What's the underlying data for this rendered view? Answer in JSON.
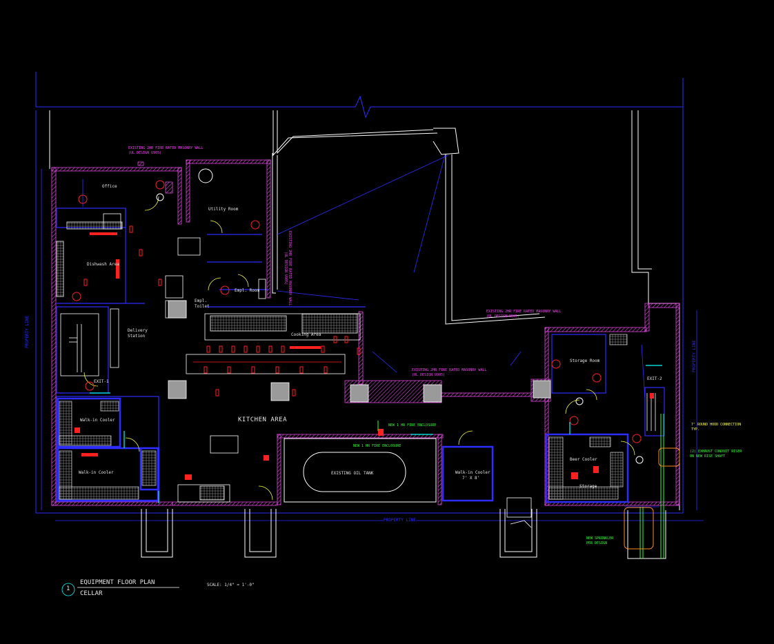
{
  "title": {
    "number": "1",
    "main": "EQUIPMENT FLOOR PLAN",
    "sub": "CELLAR",
    "scale": "SCALE: 1/4\" = 1'-0\""
  },
  "rooms": {
    "office": "Office",
    "utility": "Utility Room",
    "dishwash": "Dishwash Area",
    "delivery": "Delivery Station",
    "empl": "Empl. Room",
    "empl_toilet": "Empl. Toilet",
    "cooking": "Cooking Area",
    "kitchen": "KITCHEN AREA",
    "oil_tank": "EXISTING OIL TANK",
    "walkin": "Walk-in Cooler",
    "walkin_dim": "7' X 8'",
    "storage": "Storage Room",
    "beer_cooler": "Beer Cooler",
    "beer_storage": "Storage",
    "exit1": "EXIT-1",
    "exit2": "EXIT-2",
    "walkin_left": "Walk-in Cooler",
    "walkin_left2": "Walk-in Cooler"
  },
  "notes": {
    "wall_top": "EXISTING 2HR FIRE RATED MASONRY WALL",
    "wall_top_2": "(UL DESIGN U905)",
    "wall_mid": "EXISTING 2HR FIRE RATED MASONRY WALL",
    "wall_mid_2": "(UL DESIGN U905)",
    "wall_right": "EXISTING 2HR FIRE RATED MASONRY WALL",
    "wall_right_2": "(UL DESIGN U905)",
    "wall_vert": "EXISTING 2HR FIRE RATED MASONRY WALL",
    "wall_vert_2": "(UL DESIGN U905)",
    "line1": "NEW 1 HR FIRE ENCLOSURE",
    "line2": "NEW 1 HR FIRE ENCLOSURE",
    "connection": "7' ROUND HOOD CONNECTION",
    "connection_2": "TYP.",
    "exhaust": "(2) EXHAUST CONDUIT RISER",
    "exhaust_2": "ON NEW RISE SHAFT",
    "riser": "NEW SPRINKLER",
    "riser_2": "PER DESIGN",
    "property_bottom": "PROPERTY LINE",
    "property_left": "PROPERTY LINE",
    "property_right": "PROPERTY LINE"
  },
  "colors": {
    "wall": "#ffffff",
    "blue": "#2d2dff",
    "magenta": "#ff3cff",
    "red": "#ff2020",
    "green": "#30ff30",
    "yellow": "#ffff40",
    "cyan": "#00ffff",
    "orange": "#ff9020",
    "gray": "#9a9a9a",
    "hatch": "#ff50ff"
  }
}
